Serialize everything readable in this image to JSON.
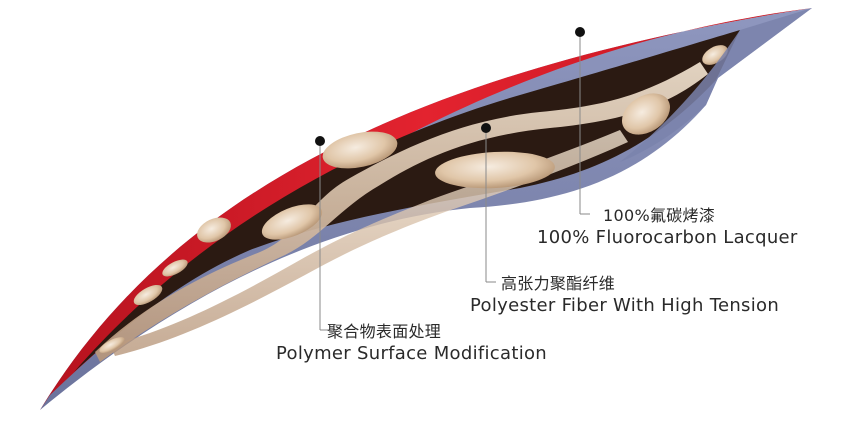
{
  "colors": {
    "lacquer_red": "#d8202c",
    "polymer_blue": "#7d86ad",
    "fiber_cream": "#e4cdb3",
    "core_dark": "#2b1a12",
    "leader_line": "#8a8a8a",
    "marker_dot": "#111111"
  },
  "layers": [
    {
      "id": "lacquer",
      "label_zh": "100%氟碳烤漆",
      "label_en": "100% Fluorocarbon Lacquer"
    },
    {
      "id": "fiber",
      "label_zh": "高张力聚酯纤维",
      "label_en": "Polyester Fiber With High Tension"
    },
    {
      "id": "polymer",
      "label_zh": "聚合物表面处理",
      "label_en": "Polymer Surface Modification"
    }
  ]
}
